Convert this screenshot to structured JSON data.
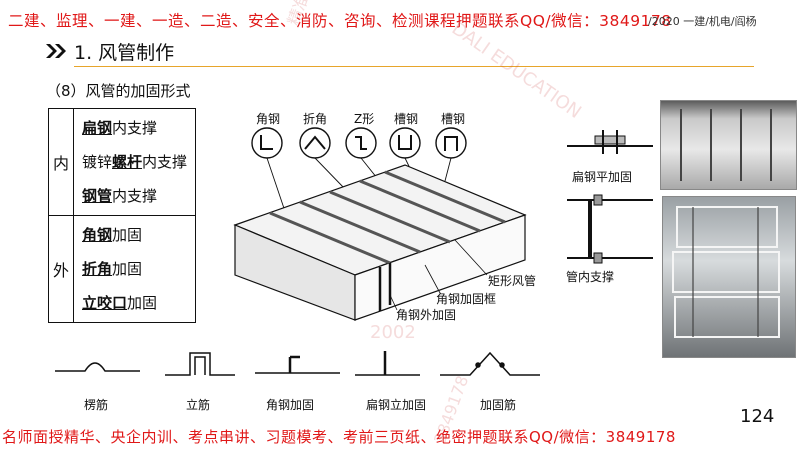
{
  "banner_top": "二建、监理、一建、一造、二造、安全、消防、咨询、检测课程押题联系QQ/微信：3849178",
  "sub_header": "/2020 一建/机电/阎杨",
  "title": "1. 风管制作",
  "section": "（8）风管的加固形式",
  "table": {
    "inner": {
      "category": "内",
      "items": [
        {
          "bold": "扁钢",
          "rest": "内支撑"
        },
        {
          "pre": "镀锌",
          "bold": "螺杆",
          "rest": "内支撑"
        },
        {
          "bold": "钢管",
          "rest": "内支撑"
        }
      ]
    },
    "outer": {
      "category": "外",
      "items": [
        {
          "bold": "角钢",
          "rest": "加固"
        },
        {
          "bold": "折角",
          "rest": "加固"
        },
        {
          "bold": "立咬口",
          "rest": "加固"
        }
      ]
    }
  },
  "profiles": [
    "角钢",
    "折角",
    "Z形",
    "槽钢",
    "槽钢"
  ],
  "duct_labels": {
    "rect_duct": "矩形风管",
    "angle_frame": "角钢加固框",
    "angle_outer": "角钢外加固"
  },
  "right_labels": {
    "flat_bar": "扁钢平加固",
    "inner_support": "管内支撑"
  },
  "bottom_labels": [
    "楞筋",
    "立筋",
    "角钢加固",
    "扁钢立加固",
    "加固筋"
  ],
  "watermarks": [
    "精准押题",
    "DALI EDUCATION",
    "2002",
    "3849178"
  ],
  "page_number": "124",
  "banner_bottom": "名师面授精华、央企内训、考点串讲、习题模考、考前三页纸、绝密押题联系QQ/微信：3849178",
  "colors": {
    "banner_red": "#e01818",
    "title_line": "#e7a52b",
    "arrow": "#111111"
  }
}
